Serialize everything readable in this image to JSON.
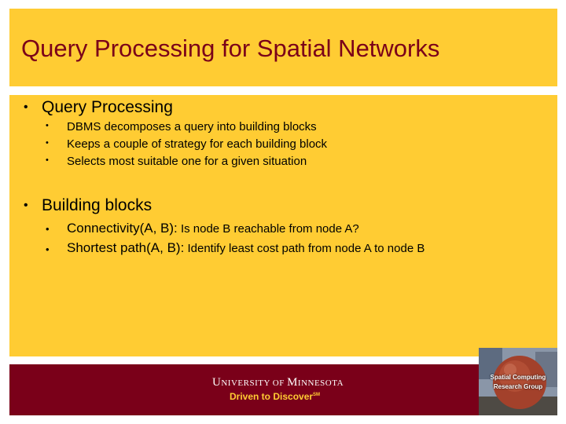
{
  "slide": {
    "title": "Query Processing for Spatial Networks",
    "sections": [
      {
        "heading": "Query Processing",
        "items": [
          "DBMS decomposes a query into building blocks",
          "Keeps a couple of strategy for each building block",
          "Selects most suitable one for a given situation"
        ]
      },
      {
        "heading": "Building blocks",
        "items": [
          {
            "term": "Connectivity(A, B):",
            "desc": "Is node B reachable from node A?"
          },
          {
            "term": "Shortest path(A, B):",
            "desc": "Identify least cost path from node A to node B"
          }
        ]
      }
    ]
  },
  "footer": {
    "university": {
      "u": "U",
      "niversity": "NIVERSITY",
      "of": " OF ",
      "m": "M",
      "innesota": "INNESOTA"
    },
    "tagline": "Driven to Discover",
    "tagline_mark": "SM",
    "logo_line1": "Spatial Computing",
    "logo_line2": "Research Group"
  },
  "colors": {
    "gold": "#FFCC33",
    "maroon": "#7A0019"
  },
  "icons": [
    "bullet",
    "sphere-sculpture-photo"
  ]
}
